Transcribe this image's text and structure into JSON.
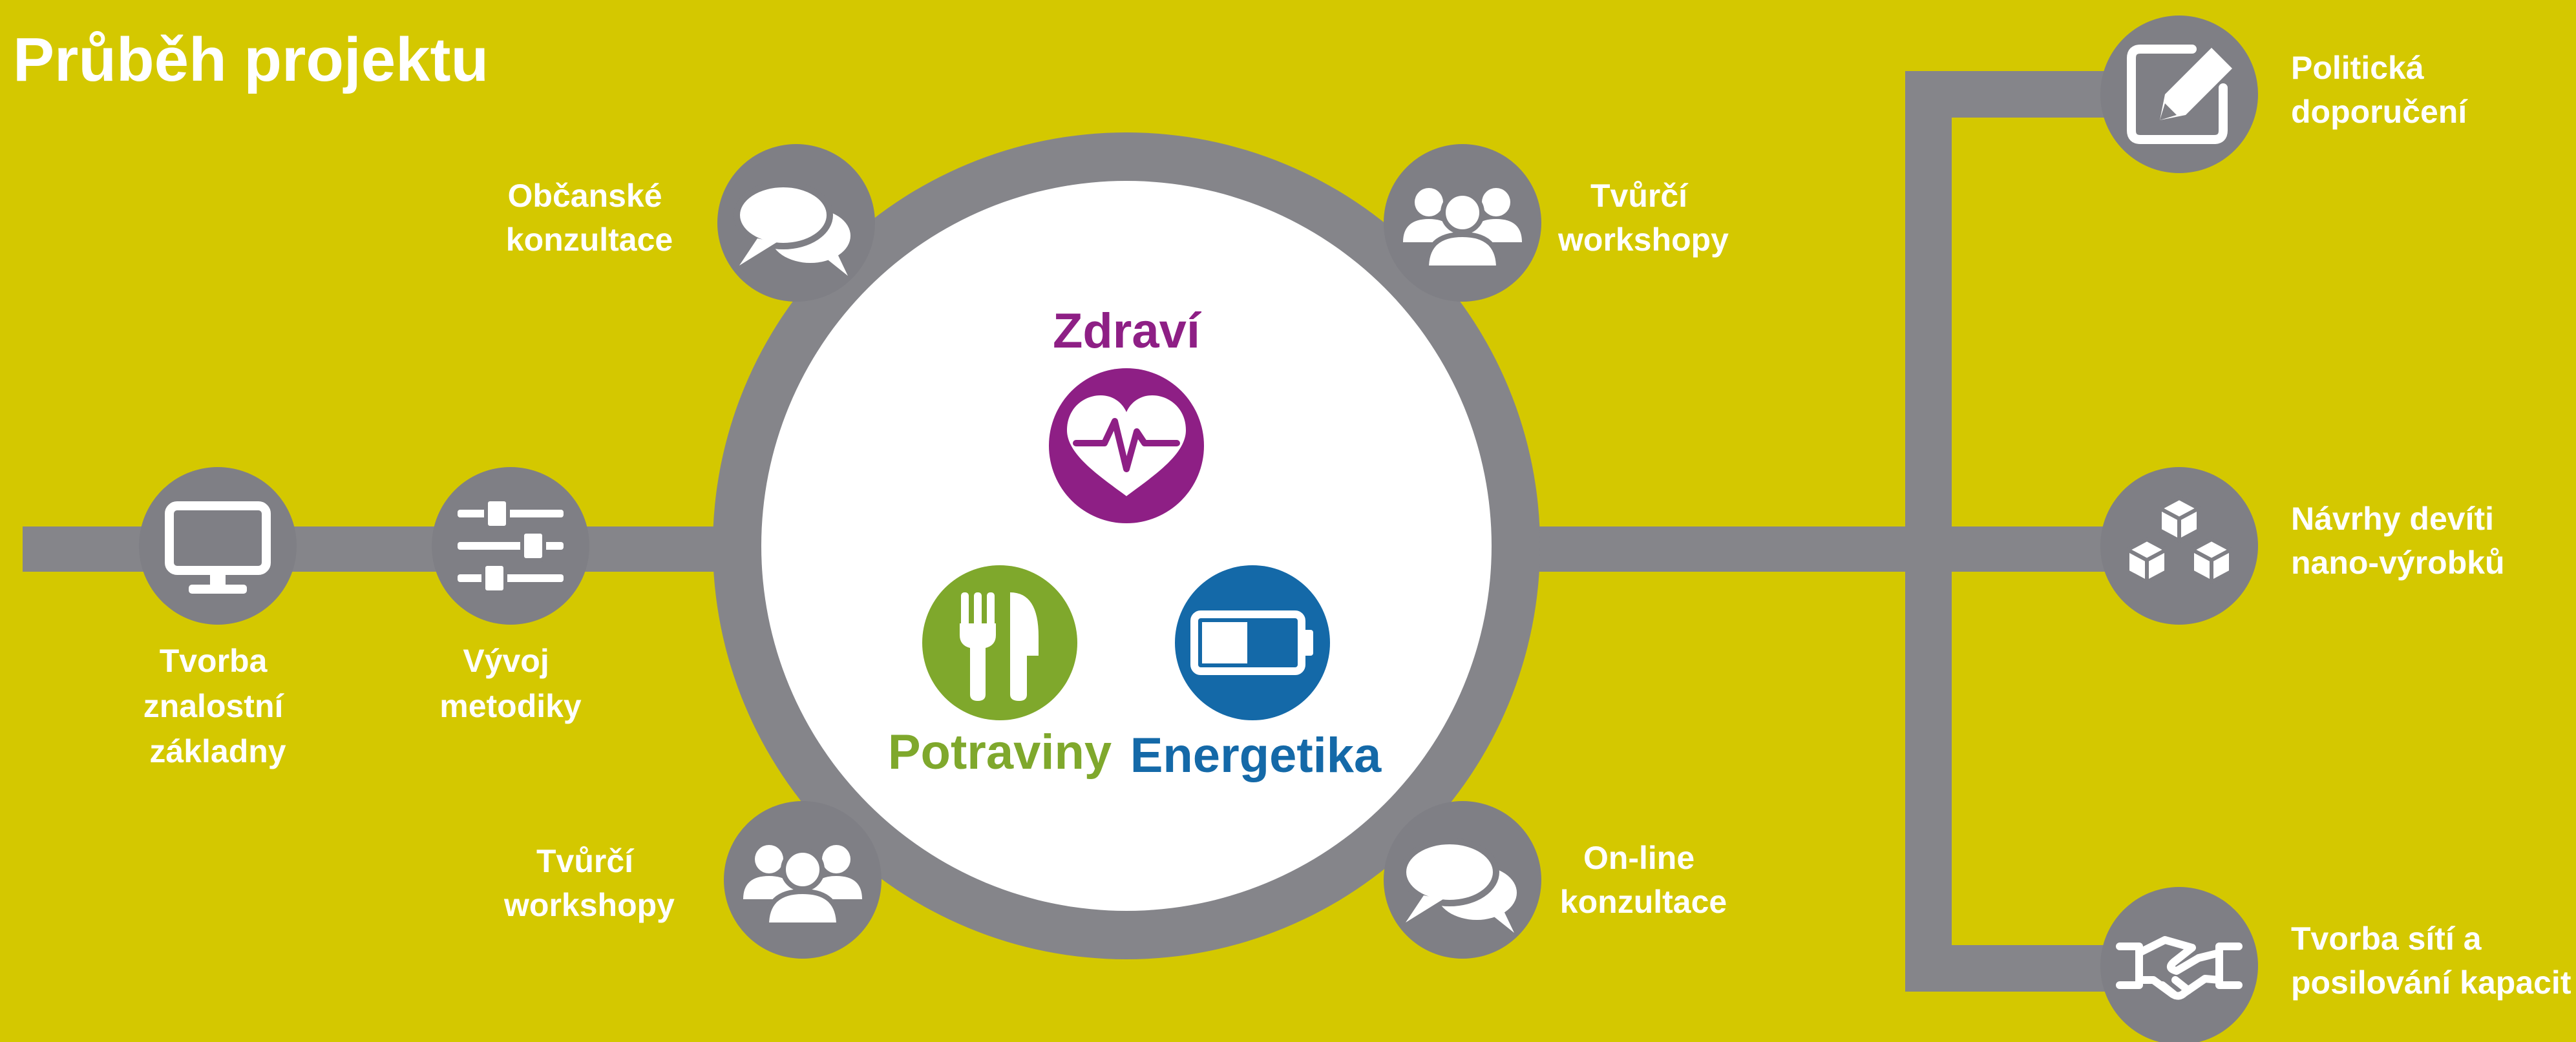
{
  "title": "Průběh projektu",
  "colors": {
    "background": "#d4c800",
    "connector": "#85858a",
    "node": "#7f7f85",
    "icon": "#ffffff",
    "hub_fill": "#ffffff",
    "health": "#8e1f85",
    "food": "#7fa82c",
    "energy": "#1469a8"
  },
  "left_chain": [
    {
      "icon": "monitor-icon",
      "label_lines": [
        "Tvorba",
        "znalostní",
        "základny"
      ]
    },
    {
      "icon": "sliders-icon",
      "label_lines": [
        "Vývoj",
        "metodiky"
      ]
    }
  ],
  "hub_nodes": [
    {
      "icon": "chat-bubbles-icon",
      "label_lines": [
        "Občanské",
        "konzultace"
      ]
    },
    {
      "icon": "group-icon",
      "label_lines": [
        "Tvůrčí",
        "workshopy"
      ]
    },
    {
      "icon": "group-icon",
      "label_lines": [
        "Tvůrčí",
        "workshopy"
      ]
    },
    {
      "icon": "chat-bubbles-icon",
      "label_lines": [
        "On-line",
        "konzultace"
      ]
    }
  ],
  "topics": [
    {
      "label": "Zdraví",
      "icon": "heart-pulse-icon"
    },
    {
      "label": "Potraviny",
      "icon": "fork-knife-icon"
    },
    {
      "label": "Energetika",
      "icon": "battery-icon"
    }
  ],
  "outputs": [
    {
      "icon": "pencil-edit-icon",
      "label_lines": [
        "Politická",
        "doporučení"
      ]
    },
    {
      "icon": "cubes-icon",
      "label_lines": [
        "Návrhy devíti",
        "nano-výrobků"
      ]
    },
    {
      "icon": "handshake-icon",
      "label_lines": [
        "Tvorba sítí a",
        "posilování kapacit"
      ]
    }
  ]
}
